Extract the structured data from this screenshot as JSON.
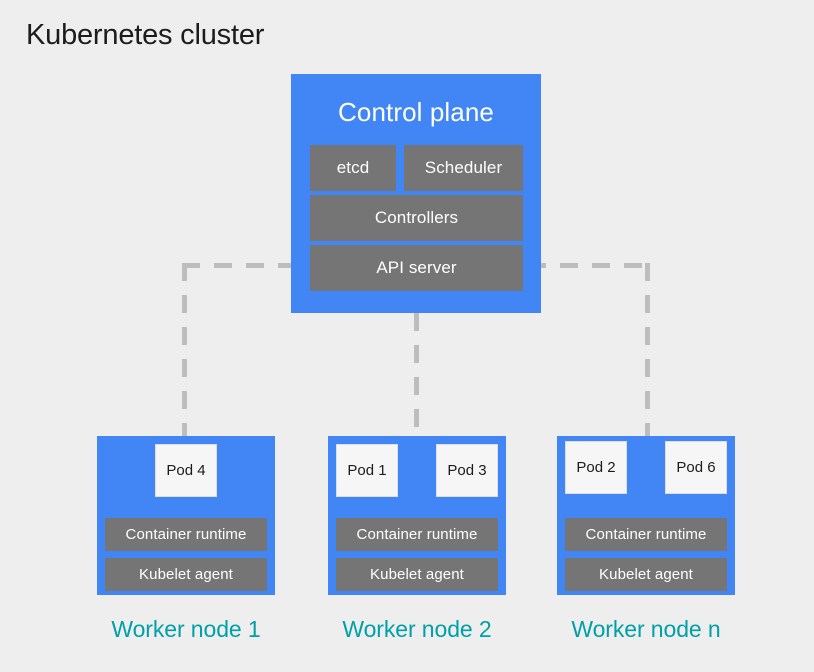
{
  "diagram": {
    "title": "Kubernetes cluster",
    "background_color": "#efeeee",
    "accent_blue": "#4285f4",
    "component_gray": "#757575",
    "label_teal": "#00a0a8",
    "connector_gray": "#bdbdbd"
  },
  "control_plane": {
    "title": "Control plane",
    "components": [
      {
        "label": "etcd"
      },
      {
        "label": "Scheduler"
      },
      {
        "label": "Controllers"
      },
      {
        "label": "API server"
      }
    ]
  },
  "worker_nodes": [
    {
      "label": "Worker node 1",
      "pods": [
        {
          "label": "Pod 4"
        }
      ],
      "components": [
        {
          "label": "Container runtime"
        },
        {
          "label": "Kubelet agent"
        }
      ]
    },
    {
      "label": "Worker node 2",
      "pods": [
        {
          "label": "Pod 1"
        },
        {
          "label": "Pod 3"
        }
      ],
      "components": [
        {
          "label": "Container runtime"
        },
        {
          "label": "Kubelet agent"
        }
      ]
    },
    {
      "label": "Worker node n",
      "pods": [
        {
          "label": "Pod 2"
        },
        {
          "label": "Pod 6"
        }
      ],
      "components": [
        {
          "label": "Container runtime"
        },
        {
          "label": "Kubelet agent"
        }
      ]
    }
  ],
  "connectors": [
    {
      "name": "api-server-to-worker-node-1",
      "style": "dashed"
    },
    {
      "name": "api-server-to-worker-node-2",
      "style": "dashed"
    },
    {
      "name": "api-server-to-worker-node-n",
      "style": "dashed"
    }
  ]
}
